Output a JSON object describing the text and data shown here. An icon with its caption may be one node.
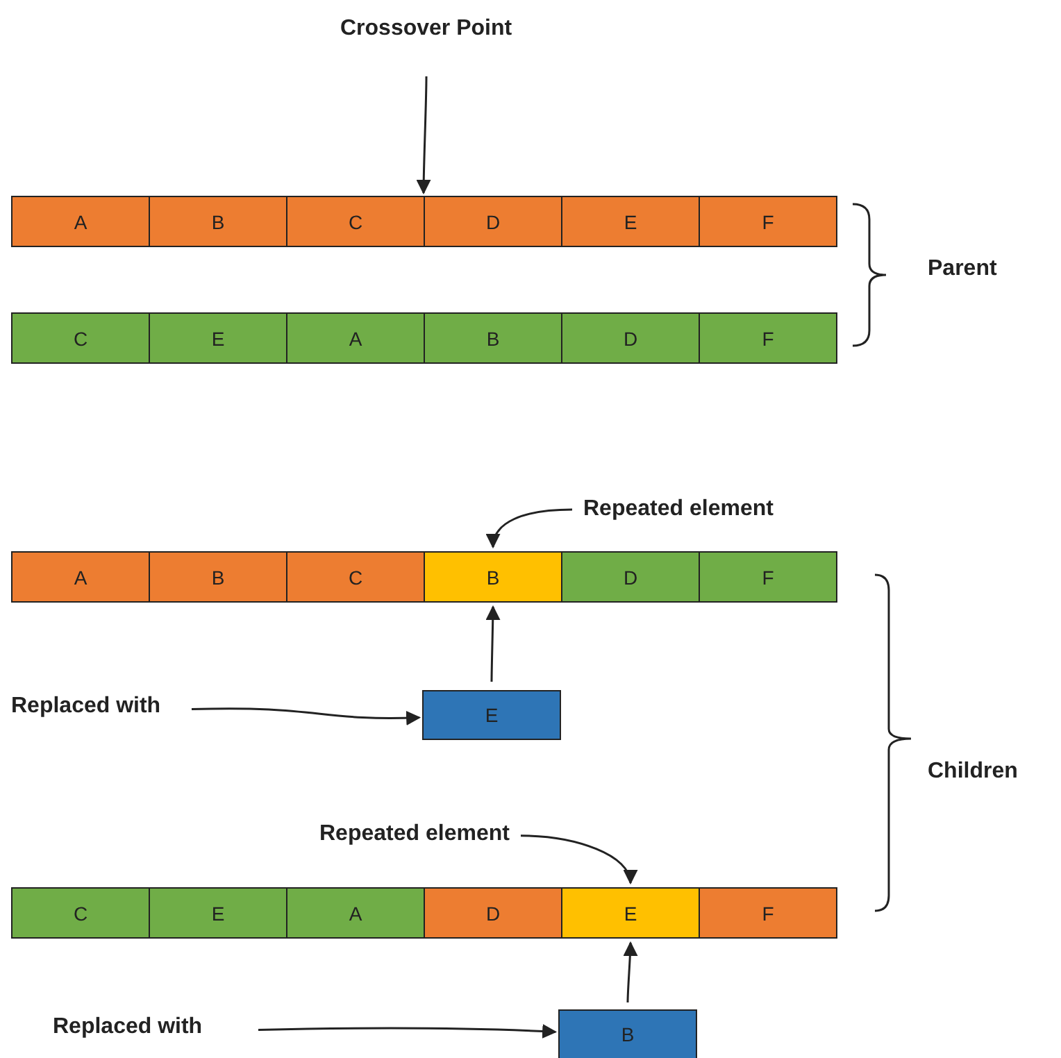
{
  "diagram": {
    "nodes": [
      {
        "text": [
          "Crossover Point"
        ]
      },
      {
        "text": [
          "A"
        ]
      },
      {
        "text": [
          "B"
        ]
      },
      {
        "text": [
          "C"
        ]
      },
      {
        "text": [
          "D"
        ]
      },
      {
        "text": [
          "E"
        ]
      },
      {
        "text": [
          "F"
        ]
      },
      {
        "text": [
          "C"
        ]
      },
      {
        "text": [
          "E"
        ]
      },
      {
        "text": [
          "A"
        ]
      },
      {
        "text": [
          "B"
        ]
      },
      {
        "text": [
          "D"
        ]
      },
      {
        "text": [
          "F"
        ]
      },
      {
        "text": [
          "Repeated element"
        ]
      },
      {
        "text": [
          "A"
        ]
      },
      {
        "text": [
          "B"
        ]
      },
      {
        "text": [
          "C"
        ]
      },
      {
        "text": [
          "B"
        ]
      },
      {
        "text": [
          "D"
        ]
      },
      {
        "text": [
          "F"
        ]
      },
      {
        "text": [
          "Replaced with"
        ]
      },
      {
        "text": [
          "E"
        ]
      },
      {
        "text": [
          "Repeated element"
        ]
      },
      {
        "text": [
          "C"
        ]
      },
      {
        "text": [
          "E"
        ]
      },
      {
        "text": [
          "A"
        ]
      },
      {
        "text": [
          "D"
        ]
      },
      {
        "text": [
          "E"
        ]
      },
      {
        "text": [
          "F"
        ]
      },
      {
        "text": [
          "Replaced with"
        ]
      },
      {
        "text": [
          "B"
        ]
      }
    ],
    "edges": [
      {
        "from": 0,
        "to": 3,
        "arrow": "to"
      },
      {
        "from": 13,
        "to": 17,
        "arrow": "to"
      },
      {
        "from": 21,
        "to": 17,
        "arrow": "to"
      },
      {
        "from": 20,
        "to": 21,
        "arrow": "to"
      },
      {
        "from": 22,
        "to": 27,
        "arrow": "to"
      },
      {
        "from": 30,
        "to": 27,
        "arrow": "to"
      },
      {
        "from": 29,
        "to": 30,
        "arrow": "to"
      }
    ],
    "labels": [
      "Parent",
      "Children"
    ]
  }
}
